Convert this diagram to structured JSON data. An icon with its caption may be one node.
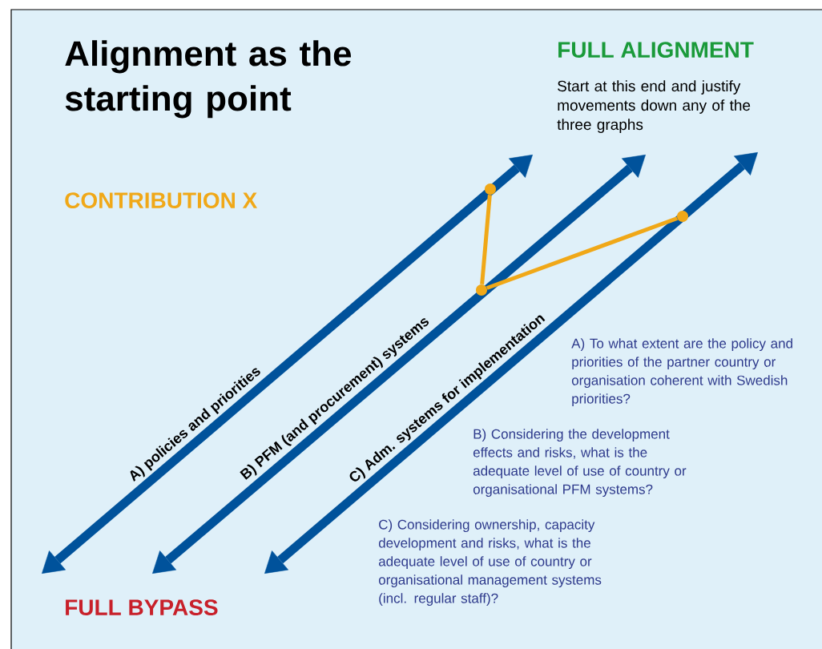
{
  "diagram": {
    "title": "Alignment as the starting point",
    "nodes": [
      {
        "text": [],
        "shape": "circle"
      },
      {
        "text": [],
        "shape": "circle"
      },
      {
        "text": [],
        "shape": "circle"
      }
    ],
    "edges": [
      {
        "from": 0,
        "to": 1,
        "arrow": "none"
      },
      {
        "from": 1,
        "to": 2,
        "arrow": "none"
      }
    ],
    "labels": [
      "FULL ALIGNMENT",
      "Start at this end and justify movements down any of the three graphs",
      "CONTRIBUTION X",
      "A) policies and priorities",
      "B) PFM (and procurement) systems",
      "C) Adm. systems for implementation",
      "A) To what extent are the policy and priorities of the partner country or organisation coherent with Swedish priorities?",
      "B) Considering the development effects and risks, what is the adequate level of use of country or organisational PFM systems?",
      "C) Considering ownership, capacity development and risks, what is the adequate level of use of country or organisational management systems (incl. regular staff)?",
      "FULL BYPASS"
    ]
  }
}
